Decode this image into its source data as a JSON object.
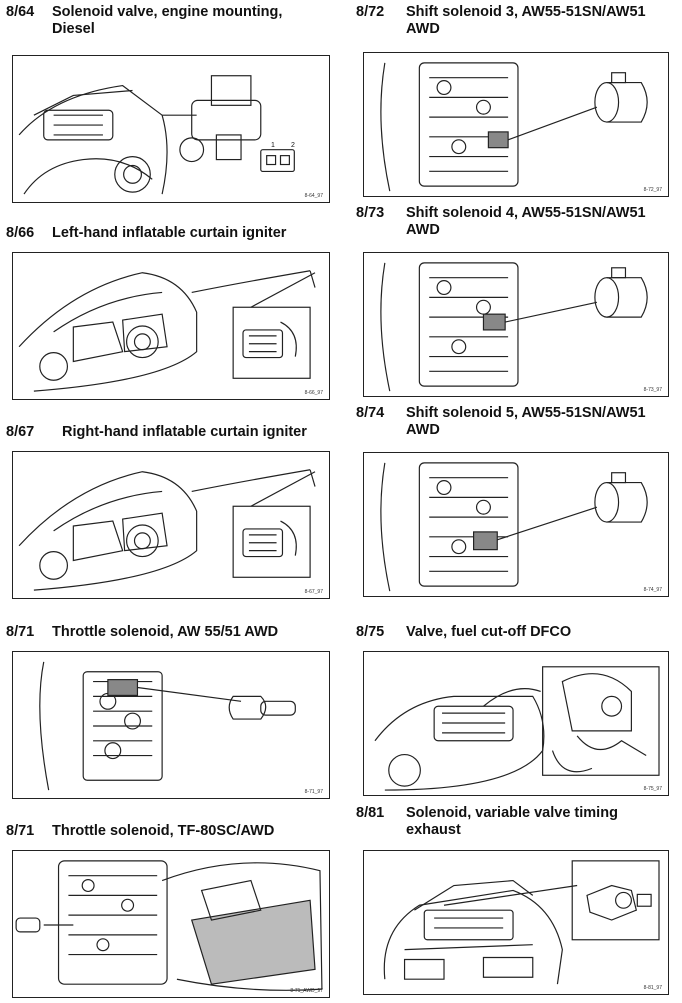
{
  "sections": [
    {
      "id": "s864",
      "number": "8/64",
      "title": [
        "Solenoid valve, engine mounting,",
        "Diesel"
      ],
      "code": "8-64_97",
      "connector_pins": [
        "1",
        "2"
      ]
    },
    {
      "id": "s866",
      "number": "8/66",
      "title": [
        "Left-hand inflatable curtain igniter"
      ],
      "code": "8-66_97"
    },
    {
      "id": "s867",
      "number": "8/67",
      "title": [
        "Right-hand inflatable curtain igniter"
      ],
      "code": "8-67_97"
    },
    {
      "id": "s871a",
      "number": "8/71",
      "title": [
        "Throttle solenoid, AW 55/51 AWD"
      ],
      "code": "8-71_97"
    },
    {
      "id": "s871b",
      "number": "8/71",
      "title": [
        "Throttle solenoid, TF-80SC/AWD"
      ],
      "code": "8-71_AWD_97"
    },
    {
      "id": "s872",
      "number": "8/72",
      "title": [
        "Shift solenoid 3, AW55-51SN/AW51",
        "AWD"
      ],
      "code": "8-72_97"
    },
    {
      "id": "s873",
      "number": "8/73",
      "title": [
        "Shift solenoid 4, AW55-51SN/AW51",
        "AWD"
      ],
      "code": "8-73_97"
    },
    {
      "id": "s874",
      "number": "8/74",
      "title": [
        "Shift solenoid 5, AW55-51SN/AW51",
        "AWD"
      ],
      "code": "8-74_97"
    },
    {
      "id": "s875",
      "number": "8/75",
      "title": [
        "Valve, fuel cut-off DFCO"
      ],
      "code": "8-75_97"
    },
    {
      "id": "s881",
      "number": "8/81",
      "title": [
        "Solenoid, variable valve timing",
        "exhaust"
      ],
      "code": "8-81_97"
    }
  ]
}
